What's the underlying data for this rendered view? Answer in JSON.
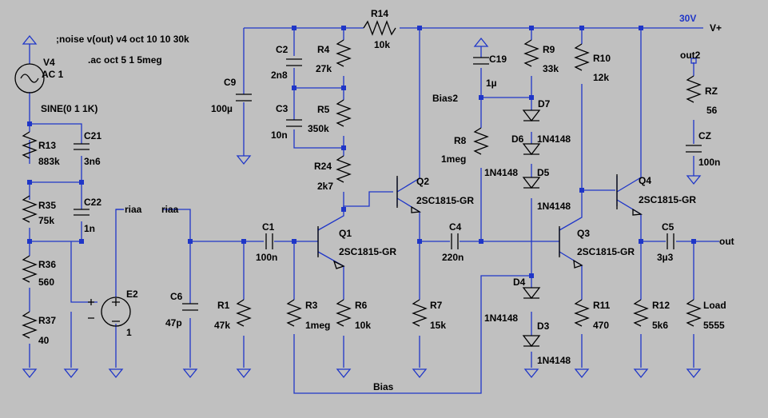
{
  "directives": {
    "noise": ";noise v(out) v4 oct 10 10 30k",
    "ac": ".ac oct 5 1 5meg"
  },
  "supply": {
    "value": "30V",
    "label": "V+"
  },
  "source": {
    "name": "V4",
    "ac": "AC 1",
    "sine": "SINE(0 1 1K)"
  },
  "labels": {
    "riaa_left": "riaa",
    "riaa_right": "riaa",
    "bias": "Bias",
    "bias2": "Bias2",
    "out": "out",
    "out2": "out2"
  },
  "components": {
    "C21": {
      "name": "C21",
      "value": "3n6"
    },
    "C22": {
      "name": "C22",
      "value": "1n"
    },
    "R13": {
      "name": "R13",
      "value": "883k"
    },
    "R35": {
      "name": "R35",
      "value": "75k"
    },
    "R36": {
      "name": "R36",
      "value": "560"
    },
    "R37": {
      "name": "R37",
      "value": "40"
    },
    "E2": {
      "name": "E2",
      "value": "1"
    },
    "C6": {
      "name": "C6",
      "value": "47p"
    },
    "C9": {
      "name": "C9",
      "value": "100µ"
    },
    "C2": {
      "name": "C2",
      "value": "2n8"
    },
    "C3": {
      "name": "C3",
      "value": "10n"
    },
    "R4": {
      "name": "R4",
      "value": "27k"
    },
    "R5": {
      "name": "R5",
      "value": "350k"
    },
    "R24": {
      "name": "R24",
      "value": "2k7"
    },
    "R14": {
      "name": "R14",
      "value": "10k"
    },
    "C1": {
      "name": "C1",
      "value": "100n"
    },
    "R1": {
      "name": "R1",
      "value": "47k"
    },
    "R3": {
      "name": "R3",
      "value": "1meg"
    },
    "R6": {
      "name": "R6",
      "value": "10k"
    },
    "Q1": {
      "name": "Q1",
      "value": "2SC1815-GR"
    },
    "Q2": {
      "name": "Q2",
      "value": "2SC1815-GR"
    },
    "R7": {
      "name": "R7",
      "value": "15k"
    },
    "C4": {
      "name": "C4",
      "value": "220n"
    },
    "C19": {
      "name": "C19",
      "value": "1µ"
    },
    "R8": {
      "name": "R8",
      "value": "1meg"
    },
    "R9": {
      "name": "R9",
      "value": "33k"
    },
    "D7": {
      "name": "D7",
      "value": ""
    },
    "D6": {
      "name": "D6",
      "value": "1N4148"
    },
    "D5": {
      "name": "D5",
      "value": "1N4148"
    },
    "D5b": {
      "name": "",
      "value": "1N4148"
    },
    "D4": {
      "name": "D4",
      "value": ""
    },
    "D3": {
      "name": "D3",
      "value": "1N4148"
    },
    "D3b": {
      "name": "",
      "value": "1N4148"
    },
    "Q3": {
      "name": "Q3",
      "value": "2SC1815-GR"
    },
    "R10": {
      "name": "R10",
      "value": "12k"
    },
    "R11": {
      "name": "R11",
      "value": "470"
    },
    "Q4": {
      "name": "Q4",
      "value": "2SC1815-GR"
    },
    "R12": {
      "name": "R12",
      "value": "5k6"
    },
    "C5": {
      "name": "C5",
      "value": "3µ3"
    },
    "Load": {
      "name": "Load",
      "value": "5555"
    },
    "RZ": {
      "name": "RZ",
      "value": "56"
    },
    "CZ": {
      "name": "CZ",
      "value": "100n"
    }
  }
}
